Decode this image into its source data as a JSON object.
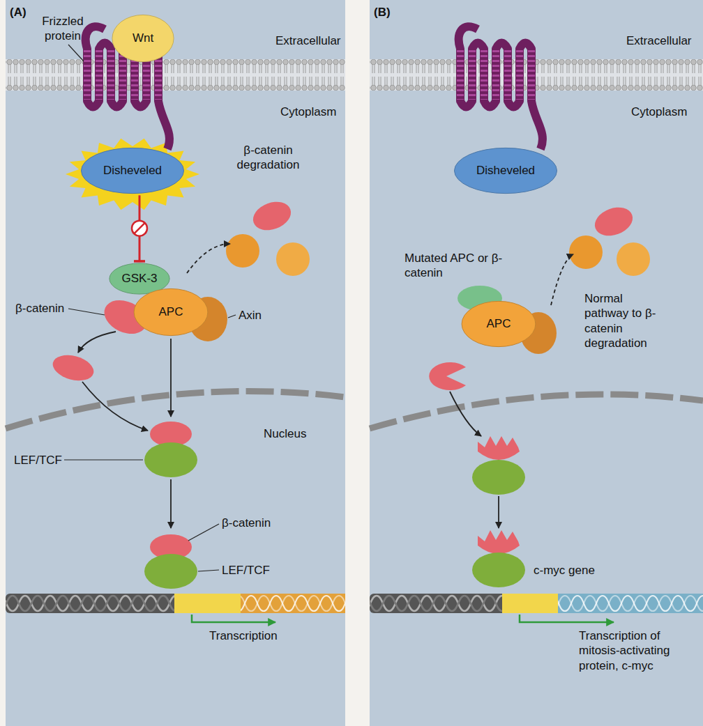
{
  "diagram": {
    "nodes": [
      {
        "text": [
          "(A)"
        ]
      },
      {
        "text": [
          "Wnt"
        ],
        "in": 0
      },
      {
        "text": [
          "Disheveled"
        ],
        "in": 0
      },
      {
        "text": [
          "GSK-3"
        ],
        "in": 0
      },
      {
        "text": [
          "APC"
        ],
        "in": 0
      },
      {
        "text": [
          "(B)"
        ]
      },
      {
        "text": [
          "Disheveled"
        ],
        "in": 5
      },
      {
        "text": [
          "APC"
        ],
        "in": 5
      }
    ],
    "edges": [
      {
        "from": 2,
        "to": 3,
        "arrow": "to"
      }
    ],
    "labels": [
      "Frizzled protein",
      "Extracellular",
      "Cytoplasm",
      "β-catenin degradation",
      "β-catenin",
      "Axin",
      "Nucleus",
      "LEF/TCF",
      "β-catenin",
      "LEF/TCF",
      "Transcription",
      "Extracellular",
      "Cytoplasm",
      "Mutated APC or β-catenin",
      "Normal pathway to β-catenin degradation",
      "c-myc gene",
      "Transcription of mitosis-activating protein, c-myc"
    ]
  }
}
